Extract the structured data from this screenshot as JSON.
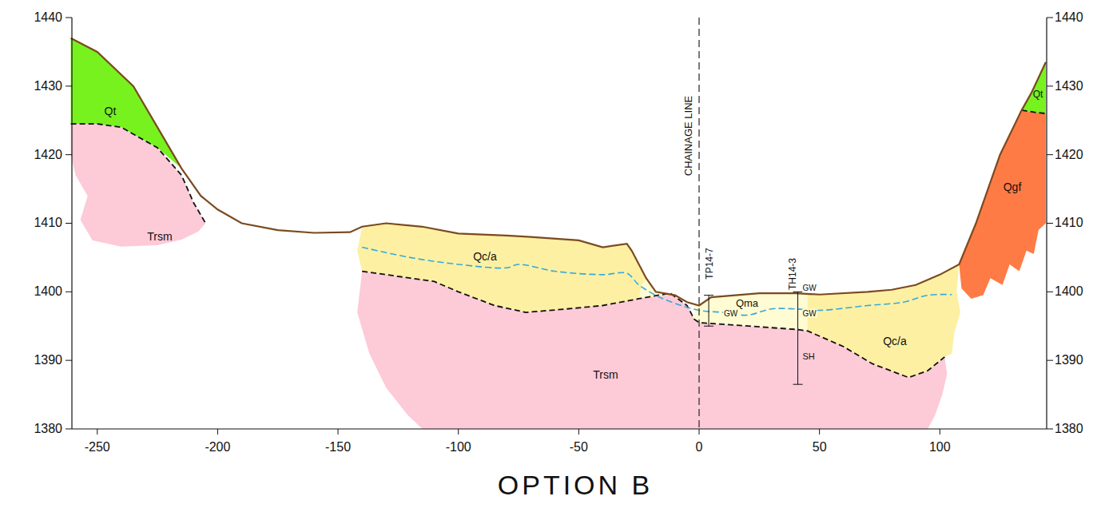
{
  "diagram": {
    "title": "OPTION B",
    "labels": [
      "1440",
      "1430",
      "1420",
      "1410",
      "1400",
      "1390",
      "1380",
      "1440",
      "1430",
      "1420",
      "1410",
      "1400",
      "1390",
      "1380",
      "-250",
      "-200",
      "-150",
      "-100",
      "-50",
      "0",
      "50",
      "100",
      "CHAINAGE LINE",
      "TP14-7",
      "TH14-3",
      "GW",
      "GW",
      "GW",
      "SH",
      "Qt",
      "Trsm",
      "Qc/a",
      "Qma",
      "Qc/a",
      "Trsm",
      "Qgf",
      "Qt"
    ]
  }
}
